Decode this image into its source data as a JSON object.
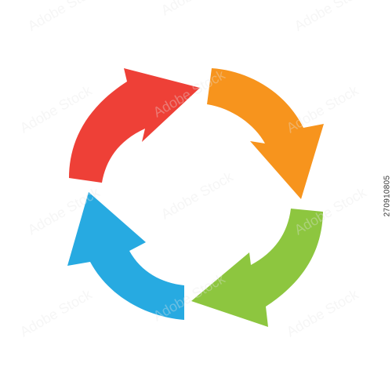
{
  "graphic": {
    "arrows": [
      {
        "name": "red-arrow",
        "color": "#EE4037"
      },
      {
        "name": "orange-arrow",
        "color": "#F7941D"
      },
      {
        "name": "green-arrow",
        "color": "#8DC63F"
      },
      {
        "name": "blue-arrow",
        "color": "#27AAE1"
      }
    ],
    "background": "#FFFFFF"
  },
  "side_id": "270910805",
  "watermark": {
    "text": "Adobe Stock",
    "color": "#E6E6E6"
  }
}
